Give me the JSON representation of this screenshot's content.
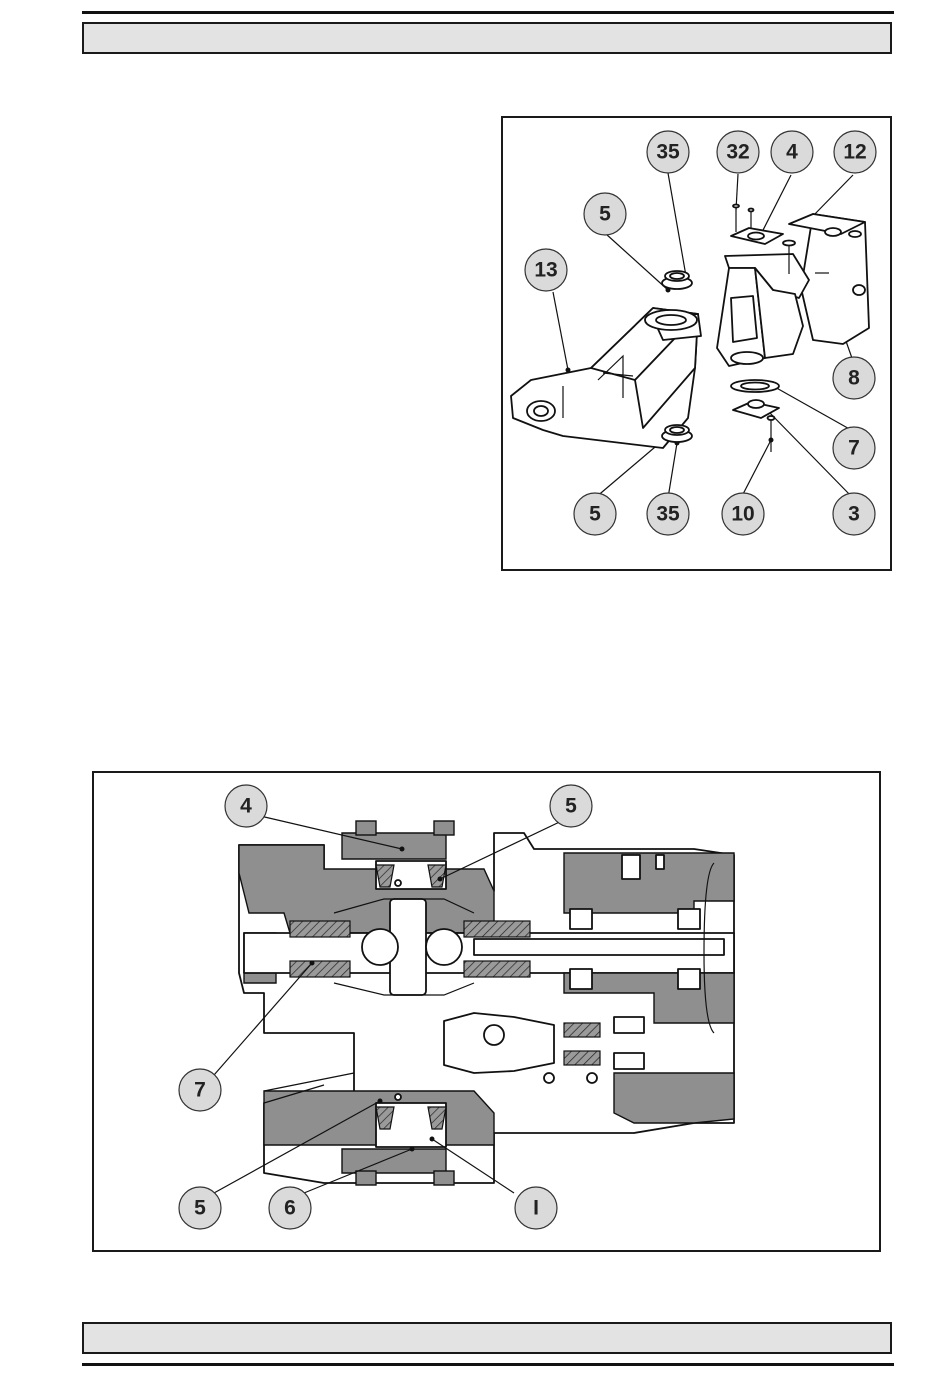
{
  "header": {
    "title": ""
  },
  "footer": {
    "title": ""
  },
  "figure_top": {
    "callouts": [
      {
        "label": "35"
      },
      {
        "label": "32"
      },
      {
        "label": "4"
      },
      {
        "label": "12"
      },
      {
        "label": "5"
      },
      {
        "label": "13"
      },
      {
        "label": "8"
      },
      {
        "label": "7"
      },
      {
        "label": "5"
      },
      {
        "label": "35"
      },
      {
        "label": "10"
      },
      {
        "label": "3"
      }
    ]
  },
  "figure_bottom": {
    "callouts": [
      {
        "label": "4"
      },
      {
        "label": "5"
      },
      {
        "label": "7"
      },
      {
        "label": "5"
      },
      {
        "label": "6"
      },
      {
        "label": "I"
      }
    ]
  }
}
